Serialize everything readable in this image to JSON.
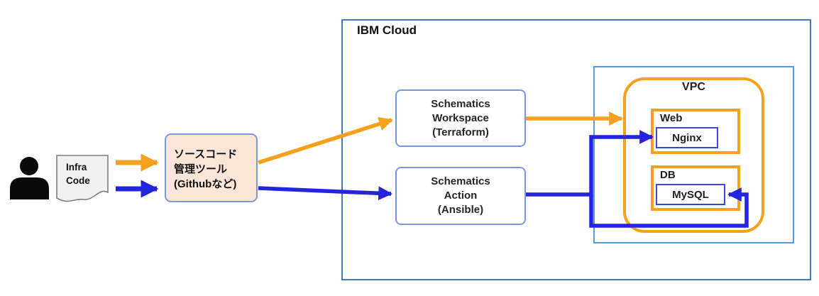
{
  "diagram_title": "",
  "actor": {
    "icon": "person-icon"
  },
  "document": {
    "lines": [
      "Infra",
      "Code"
    ]
  },
  "source_tool": {
    "lines": [
      "ソースコード",
      "管理ツール",
      "(Githubなど)"
    ]
  },
  "ibm_cloud": {
    "title": "IBM Cloud"
  },
  "workspace": {
    "lines": [
      "Schematics",
      "Workspace",
      "(Terraform)"
    ]
  },
  "action": {
    "lines": [
      "Schematics",
      "Action",
      "(Ansible)"
    ]
  },
  "vpc": {
    "title": "VPC"
  },
  "web": {
    "title": "Web",
    "inner": "Nginx"
  },
  "db": {
    "title": "DB",
    "inner": "MySQL"
  },
  "flows": [
    {
      "name": "terraform-flow",
      "color": "#f5a11d",
      "path": "user → source tool → Schematics Workspace → VPC"
    },
    {
      "name": "ansible-flow",
      "color": "#2424df",
      "path": "user → source tool → Schematics Action → Nginx / MySQL"
    }
  ],
  "colors": {
    "orange_accent": "#f5a11d",
    "blue_accent": "#2424df",
    "ibm_cloud_border": "#4577c1",
    "subregion_border": "#5b9bd5",
    "schematics_border": "#7a97d9",
    "inner_chip_border": "#4343df",
    "source_box_fill": "#fbe5d6",
    "document_fill": "#f1f1f1",
    "document_border": "#7f7f7f"
  }
}
